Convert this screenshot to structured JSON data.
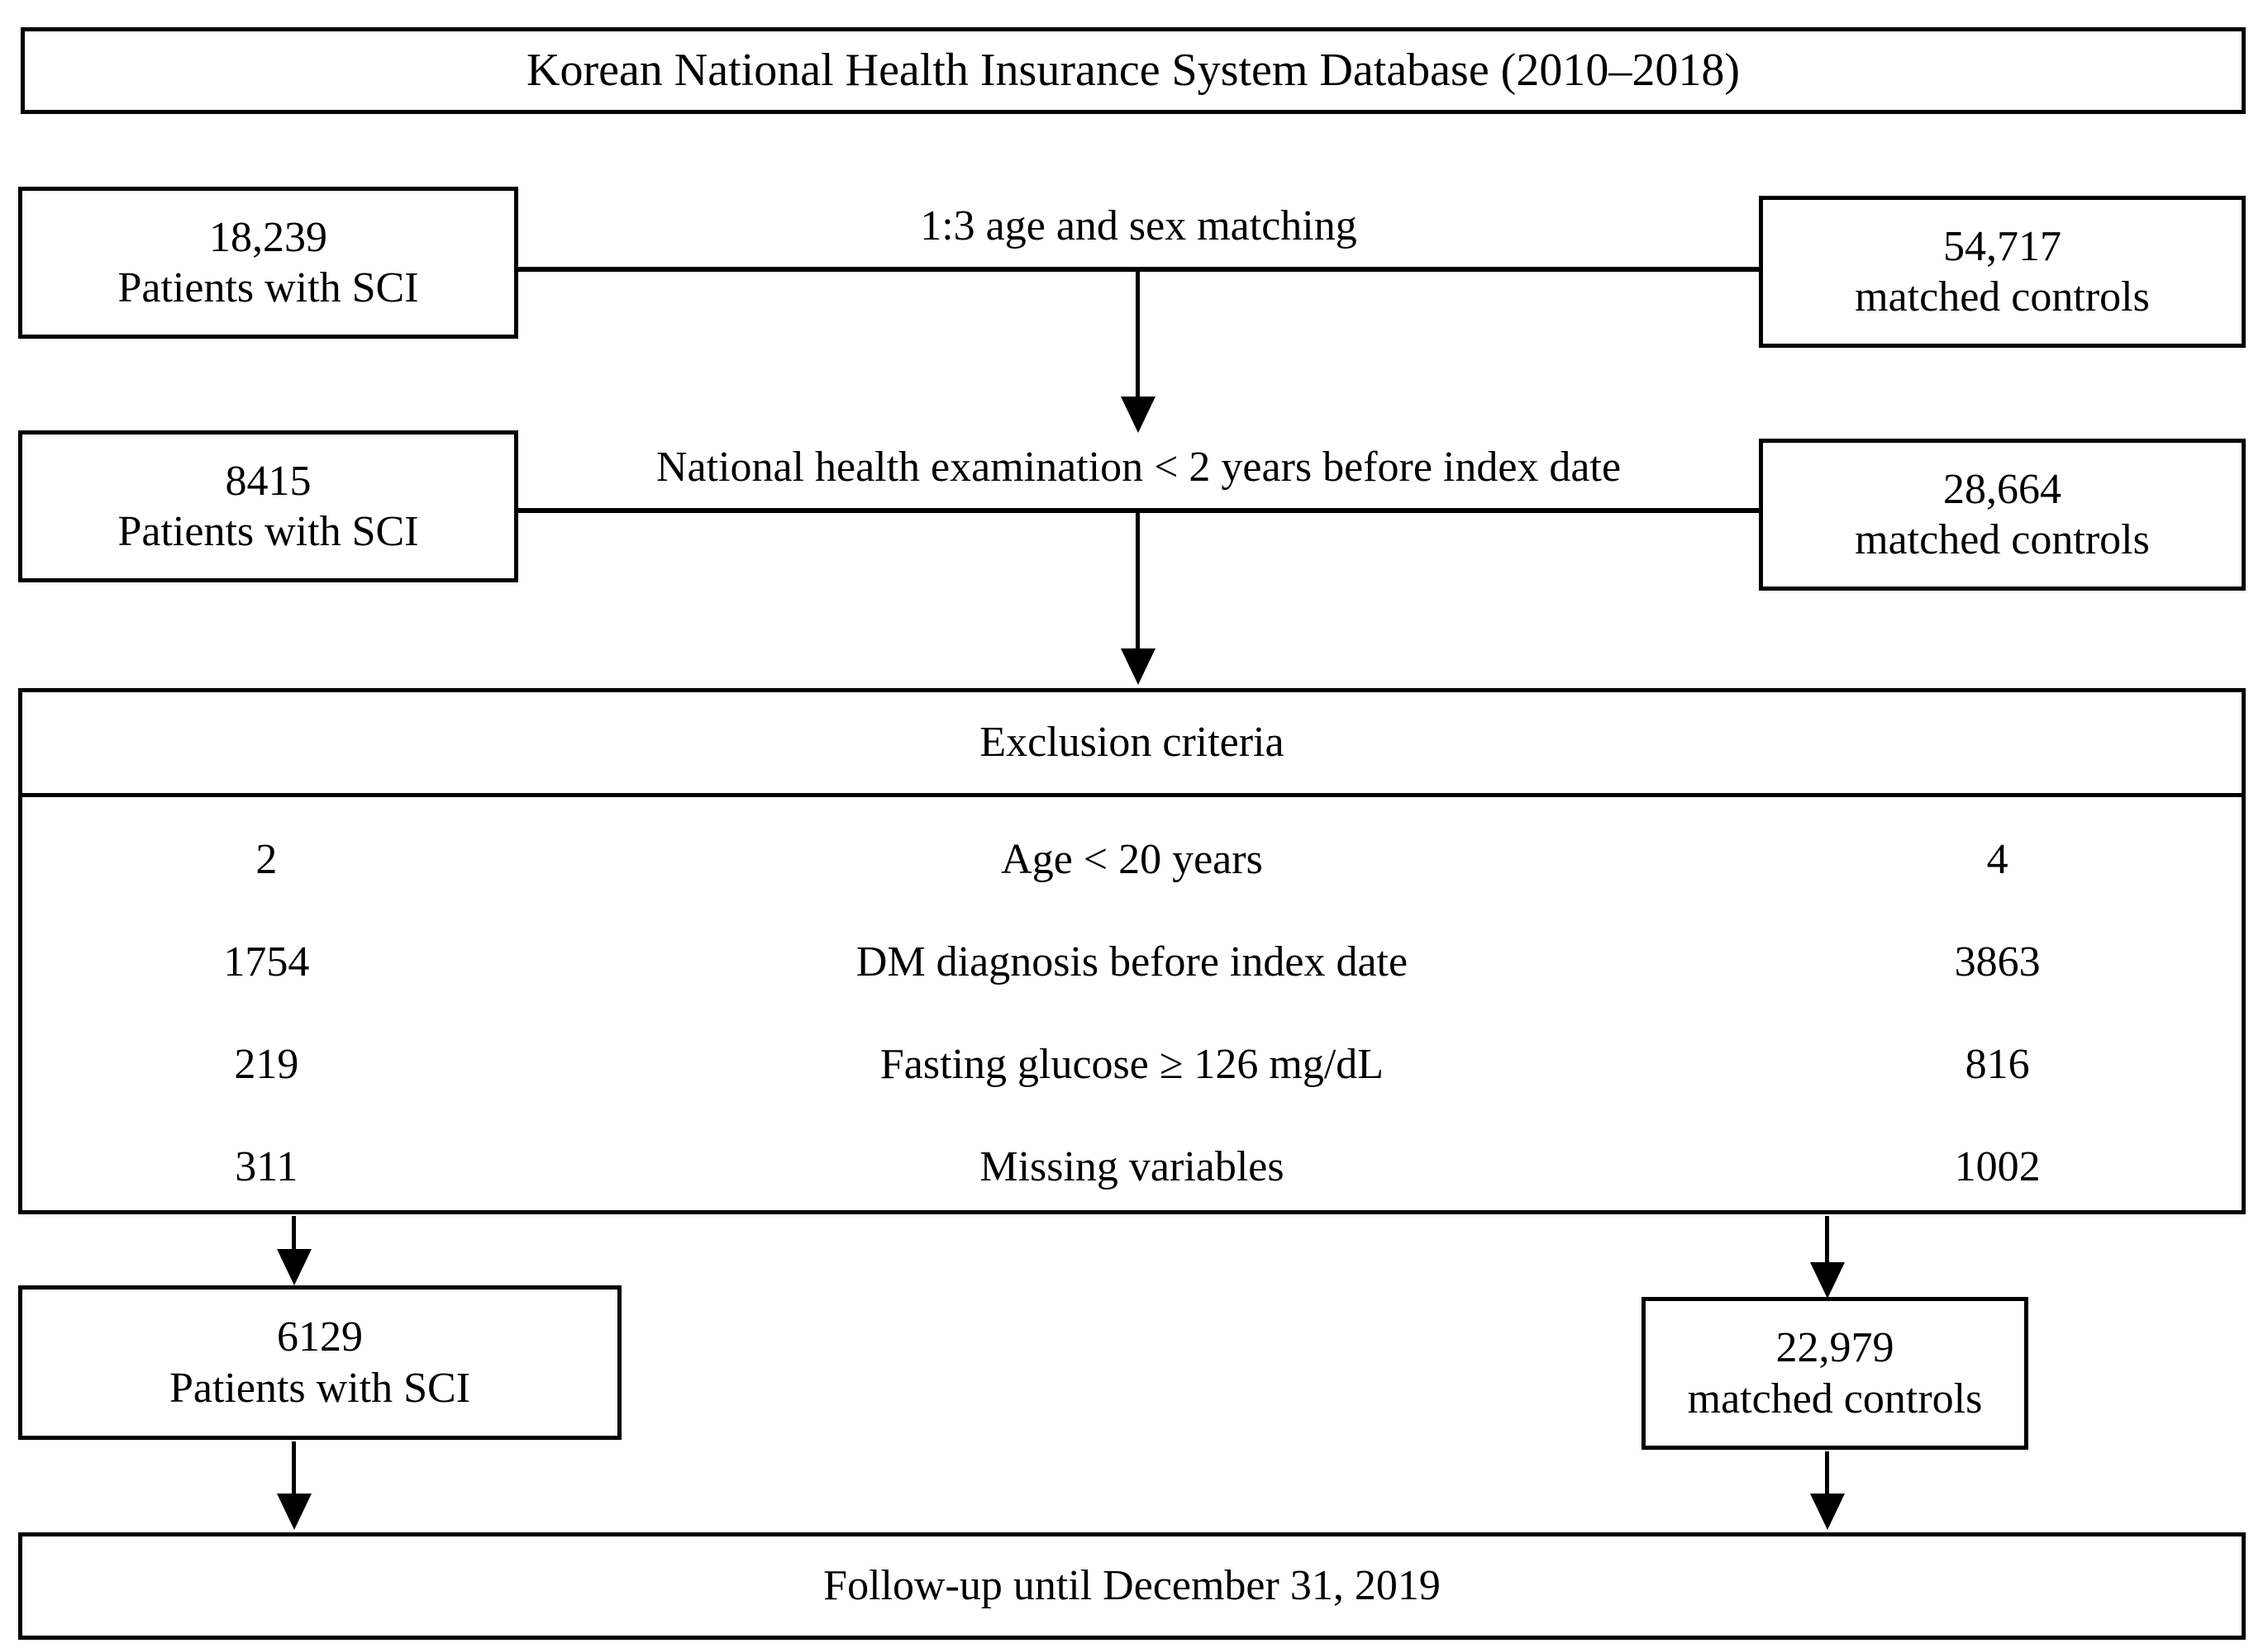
{
  "title_box": {
    "text": "Korean National Health Insurance System Database (2010–2018)"
  },
  "stage1": {
    "sci_count": "18,239",
    "sci_label": "Patients with SCI",
    "connector_label": "1:3 age and sex matching",
    "control_count": "54,717",
    "control_label": "matched controls"
  },
  "stage2": {
    "sci_count": "8415",
    "sci_label": "Patients with SCI",
    "connector_label": "National health examination < 2 years before index date",
    "control_count": "28,664",
    "control_label": "matched controls"
  },
  "exclusion": {
    "header": "Exclusion criteria",
    "rows": [
      {
        "sci": "2",
        "criterion": "Age < 20 years",
        "control": "4"
      },
      {
        "sci": "1754",
        "criterion": "DM diagnosis before index date",
        "control": "3863"
      },
      {
        "sci": "219",
        "criterion": "Fasting glucose ≥ 126 mg/dL",
        "control": "816"
      },
      {
        "sci": "311",
        "criterion": "Missing variables",
        "control": "1002"
      }
    ]
  },
  "stage3": {
    "sci_count": "6129",
    "sci_label": "Patients with SCI",
    "control_count": "22,979",
    "control_label": "matched controls"
  },
  "followup_box": {
    "text": "Follow-up until December 31, 2019"
  },
  "colors": {
    "stroke": "#000000",
    "background": "#ffffff",
    "text": "#000000"
  }
}
